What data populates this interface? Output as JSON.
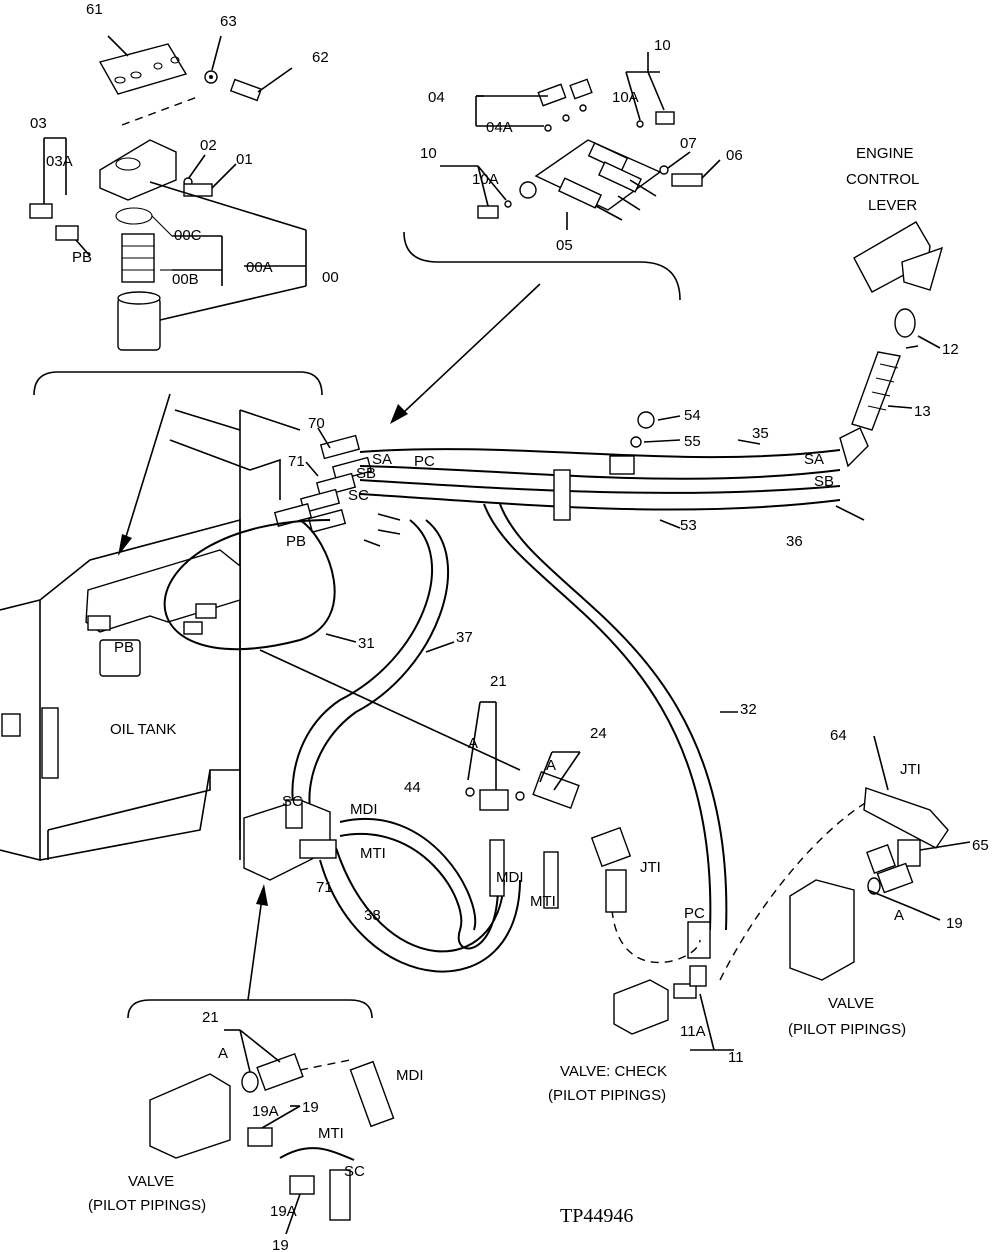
{
  "labels": {
    "p61": "61",
    "p63": "63",
    "p62": "62",
    "p03": "03",
    "p03a": "03A",
    "p02": "02",
    "p01": "01",
    "pb_top": "PB",
    "p00c": "00C",
    "p00b": "00B",
    "p00a": "00A",
    "p00": "00",
    "p04": "04",
    "p04a": "04A",
    "p10_left": "10",
    "p10a_left": "10A",
    "p05": "05",
    "p10_right": "10",
    "p10a_right": "10A",
    "p07": "07",
    "p06": "06",
    "engine1": "ENGINE",
    "engine2": "CONTROL",
    "engine3": "LEVER",
    "p12": "12",
    "p13": "13",
    "p54": "54",
    "p55": "55",
    "p35": "35",
    "sa_right": "SA",
    "sb_right": "SB",
    "p53": "53",
    "p36": "36",
    "p70": "70",
    "p71_top": "71",
    "sa_mid": "SA",
    "pc_mid": "PC",
    "sb_mid": "SB",
    "sc_mid": "SC",
    "pb_mid": "PB",
    "pb_tank": "PB",
    "p31": "31",
    "p37": "37",
    "p32": "32",
    "oil_tank": "OIL TANK",
    "p21_top": "21",
    "a_21": "A",
    "p24": "24",
    "a_24": "A",
    "sc_valve": "SC",
    "md1_valve": "MDI",
    "p44": "44",
    "mt1_valve": "MTI",
    "p71_bot": "71",
    "p38": "38",
    "md1_hose": "MDI",
    "mt1_hose": "MTI",
    "jt1_mid": "JTI",
    "pc_bot": "PC",
    "p64": "64",
    "jt1_right": "JTI",
    "p65": "65",
    "a_19": "A",
    "p19_right": "19",
    "p11a": "11A",
    "p11": "11",
    "check1": "VALVE: CHECK",
    "check2": "(PILOT PIPINGS)",
    "valve_r1": "VALVE",
    "valve_r2": "(PILOT PIPINGS)",
    "p21_bot": "21",
    "a_bot": "A",
    "md1_bot": "MDI",
    "p19a_1": "19A",
    "p19_1": "19",
    "mt1_bot": "MTI",
    "sc_bot": "SC",
    "p19a_2": "19A",
    "p19_2": "19",
    "valve_l1": "VALVE",
    "valve_l2": "(PILOT PIPINGS)",
    "figure_id": "TP44946"
  }
}
